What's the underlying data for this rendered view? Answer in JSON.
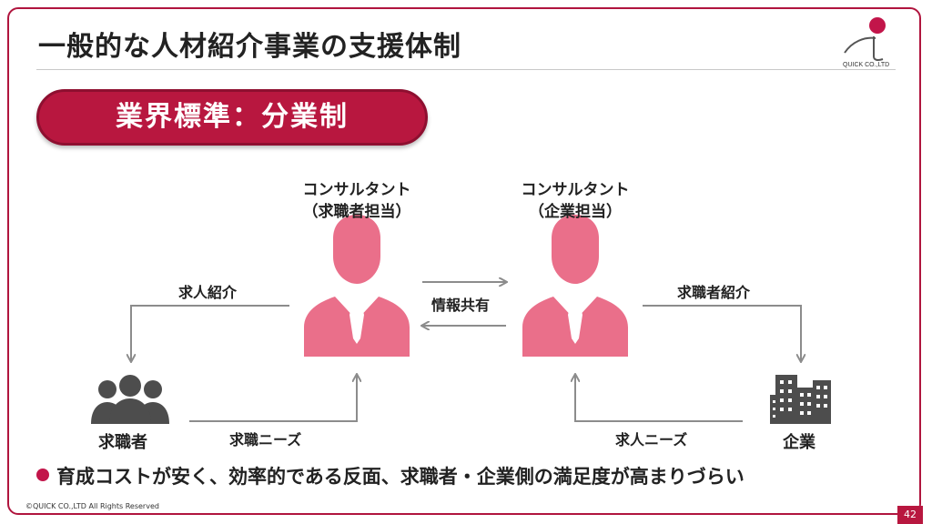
{
  "slide": {
    "title": "一般的な人材紹介事業の支援体制",
    "badge": "業界標準：分業制",
    "bullet": "育成コストが安く、効率的である反面、求職者・企業側の満足度が高まりづらい",
    "copyright": "©QUICK CO.,LTD All Rights Reserved",
    "page_number": "42",
    "logo_text": "QUICK CO.,LTD"
  },
  "diagram": {
    "consultant_left": {
      "line1": "コンサルタント",
      "line2": "（求職者担当）"
    },
    "consultant_right": {
      "line1": "コンサルタント",
      "line2": "（企業担当）"
    },
    "job_seeker": "求職者",
    "company": "企業",
    "arrows": {
      "job_introduction": "求人紹介",
      "info_sharing": "情報共有",
      "candidate_introduction": "求職者紹介",
      "seeker_needs": "求職ニーズ",
      "job_needs": "求人ニーズ"
    }
  },
  "colors": {
    "accent": "#b8173f",
    "person": "#ea6f8a",
    "arrow": "#8c8c8c",
    "icon_dark": "#4d4d4d"
  }
}
